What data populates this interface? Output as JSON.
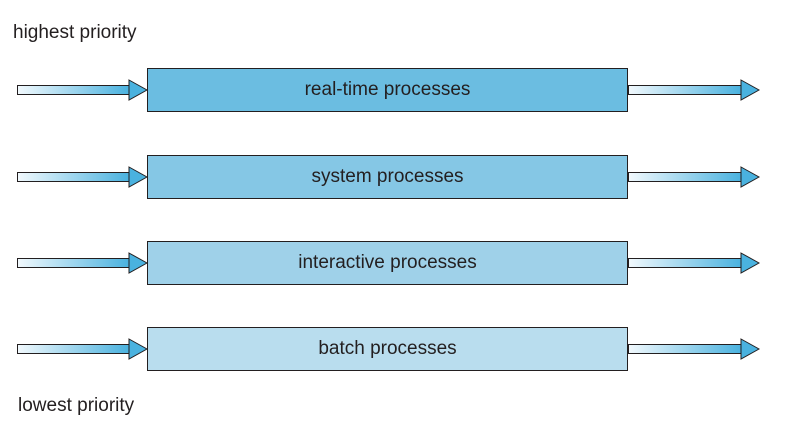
{
  "labels": {
    "highest": "highest priority",
    "lowest": "lowest priority"
  },
  "queues": [
    {
      "label": "real-time processes",
      "color": "#6bbde1"
    },
    {
      "label": "system processes",
      "color": "#85c7e5"
    },
    {
      "label": "interactive processes",
      "color": "#9fd1e9"
    },
    {
      "label": "batch processes",
      "color": "#b9ddee"
    }
  ],
  "colors": {
    "arrow_head": "#4ab2df",
    "arrow_shaft_start": "#f2f9fd",
    "arrow_shaft_end": "#4ab2df",
    "outline": "#231f20"
  }
}
